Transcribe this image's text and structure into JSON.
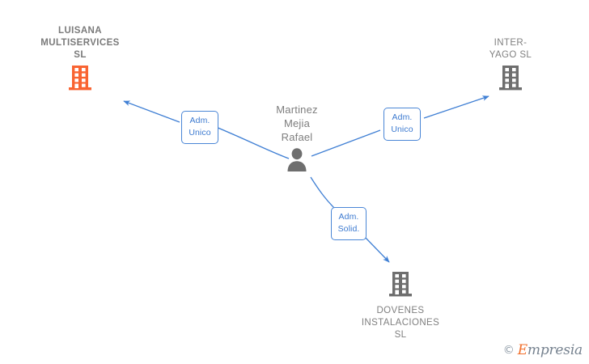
{
  "graph": {
    "type": "relationship-diagram",
    "background_color": "#ffffff",
    "accent_blue": "#4a86d6",
    "company_icon_gray": "#6e6e6e",
    "company_icon_orange": "#f96432",
    "person_icon_gray": "#6e6e6e",
    "label_text_gray": "#7b7b7b",
    "nodes": [
      {
        "id": "luisana",
        "label": "LUISANA\nMULTISERVICES\nSL",
        "kind": "company",
        "icon": "building-icon",
        "icon_color": "#f96432",
        "highlight": true,
        "label_position": "above"
      },
      {
        "id": "interyago",
        "label": "INTER-\nYAGO  SL",
        "kind": "company",
        "icon": "building-icon",
        "icon_color": "#6e6e6e",
        "highlight": false,
        "label_position": "above"
      },
      {
        "id": "person",
        "label": "Martinez\nMejia\nRafael",
        "kind": "person",
        "icon": "person-icon",
        "icon_color": "#6e6e6e",
        "highlight": false,
        "label_position": "above"
      },
      {
        "id": "dovenes",
        "label": "DOVENES\nINSTALACIONES\nSL",
        "kind": "company",
        "icon": "building-icon",
        "icon_color": "#6e6e6e",
        "highlight": false,
        "label_position": "below"
      }
    ],
    "edges": [
      {
        "id": "edge-luisana",
        "from": "person",
        "to": "luisana",
        "label": "Adm.\nUnico",
        "arrow": "to"
      },
      {
        "id": "edge-interyago",
        "from": "person",
        "to": "interyago",
        "label": "Adm.\nUnico",
        "arrow": "to"
      },
      {
        "id": "edge-dovenes",
        "from": "person",
        "to": "dovenes",
        "label": "Adm.\nSolid.",
        "arrow": "to"
      }
    ]
  },
  "watermark": {
    "copyright_symbol": "©",
    "brand_first_letter": "E",
    "brand_rest": "mpresia"
  }
}
